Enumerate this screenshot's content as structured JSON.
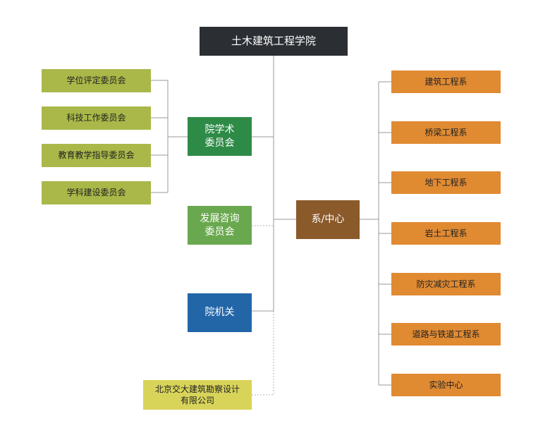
{
  "root": {
    "label": "土木建筑工程学院"
  },
  "academic": {
    "label_line1": "院学术",
    "label_line2": "委员会",
    "committees": [
      "学位评定委员会",
      "科技工作委员会",
      "教育教学指导委员会",
      "学科建设委员会"
    ]
  },
  "develop": {
    "label_line1": "发展咨询",
    "label_line2": "委员会"
  },
  "office": {
    "label": "院机关"
  },
  "company": {
    "label_line1": "北京交大建筑勘察设计",
    "label_line2": "有限公司"
  },
  "center": {
    "label": "系/中心"
  },
  "departments": [
    "建筑工程系",
    "桥梁工程系",
    "地下工程系",
    "岩土工程系",
    "防灾减灾工程系",
    "道路与铁道工程系",
    "实验中心"
  ],
  "colors": {
    "root": "#2b2e33",
    "academic": "#2e8b47",
    "develop": "#6aa84f",
    "office": "#2266a8",
    "committee": "#a9b848",
    "company": "#d8d45a",
    "center": "#8b5a2b",
    "department": "#e08a32",
    "connector": "#999999"
  }
}
